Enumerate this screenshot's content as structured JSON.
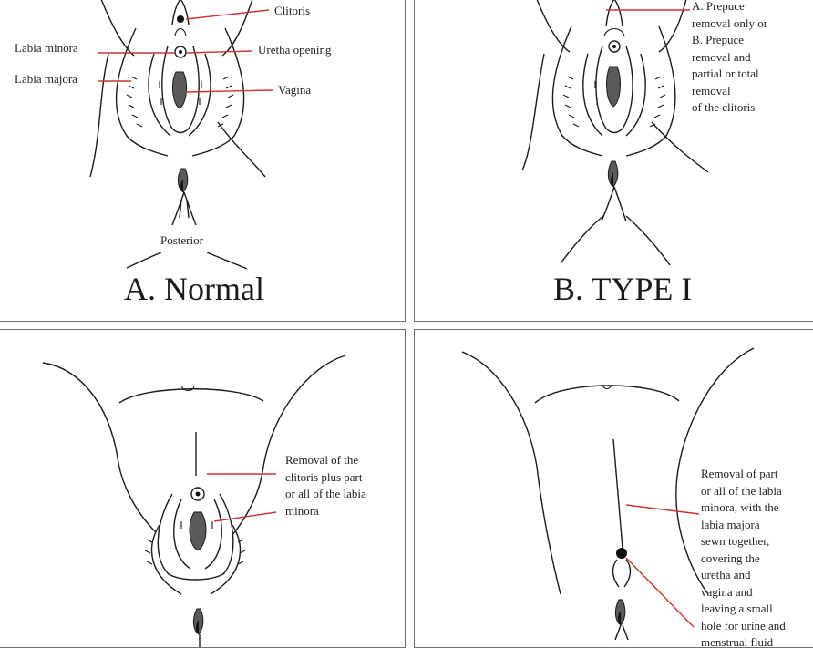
{
  "panels": {
    "a": {
      "title": "A. Normal",
      "labels": {
        "clitoris": "Clitoris",
        "labia_minora": "Labia minora",
        "uretha_opening": "Uretha opening",
        "labia_majora": "Labia majora",
        "vagina": "Vagina",
        "posterior": "Posterior"
      }
    },
    "b": {
      "title": "B. TYPE I",
      "description": [
        "A. Prepuce",
        "removal only or",
        "B. Prepuce",
        "removal and",
        "partial or total",
        "removal",
        "of the clitoris"
      ]
    },
    "c": {
      "description": [
        "Removal of the",
        "clitoris plus part",
        "or all of the labia",
        "minora"
      ]
    },
    "d": {
      "description": [
        "Removal of part",
        "or all of the labia",
        "minora, with the",
        "labia majora",
        "sewn together,",
        "covering the",
        "uretha and",
        "vagina and",
        "leaving a small",
        "hole for urine and",
        "menstrual fluid"
      ]
    }
  },
  "colors": {
    "line": "#1a1a1a",
    "leader": "#cc3333",
    "border": "#6e6e6e",
    "fill": "#5a5a5a"
  }
}
